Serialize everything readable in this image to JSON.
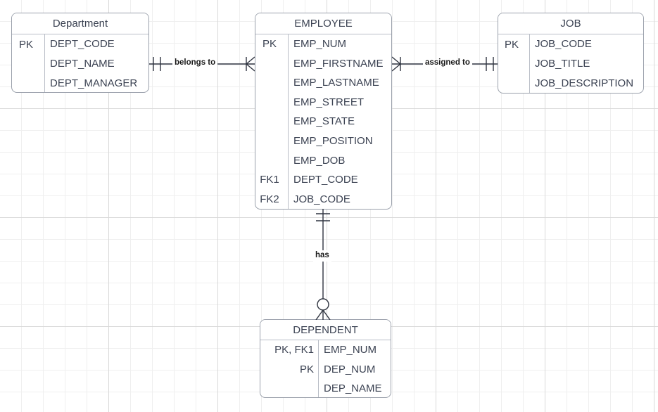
{
  "diagram": {
    "type": "entity-relationship-diagram",
    "notation": "crows-foot",
    "background": "#ffffff",
    "grid_color": "#efefef",
    "grid_major_color": "#d9d9d9",
    "line_color": "#3b4252",
    "box_border_color": "#9aa0ab",
    "text_color": "#3b4252"
  },
  "entities": {
    "department": {
      "title": "Department",
      "attributes": [
        {
          "key": "PK",
          "name": "DEPT_CODE"
        },
        {
          "key": "",
          "name": "DEPT_NAME"
        },
        {
          "key": "",
          "name": "DEPT_MANAGER"
        }
      ]
    },
    "employee": {
      "title": "EMPLOYEE",
      "attributes": [
        {
          "key": "PK",
          "name": "EMP_NUM"
        },
        {
          "key": "",
          "name": "EMP_FIRSTNAME"
        },
        {
          "key": "",
          "name": "EMP_LASTNAME"
        },
        {
          "key": "",
          "name": "EMP_STREET"
        },
        {
          "key": "",
          "name": "EMP_STATE"
        },
        {
          "key": "",
          "name": "EMP_POSITION"
        },
        {
          "key": "",
          "name": "EMP_DOB"
        },
        {
          "key": "FK1",
          "name": "DEPT_CODE"
        },
        {
          "key": "FK2",
          "name": "JOB_CODE"
        }
      ]
    },
    "job": {
      "title": "JOB",
      "attributes": [
        {
          "key": "PK",
          "name": "JOB_CODE"
        },
        {
          "key": "",
          "name": "JOB_TITLE"
        },
        {
          "key": "",
          "name": "JOB_DESCRIPTION"
        }
      ]
    },
    "dependent": {
      "title": "DEPENDENT",
      "attributes": [
        {
          "key": "PK, FK1",
          "name": "EMP_NUM"
        },
        {
          "key": "PK",
          "name": "DEP_NUM"
        },
        {
          "key": "",
          "name": "DEP_NAME"
        }
      ]
    }
  },
  "relationships": [
    {
      "id": "belongs-to",
      "label": "belongs to",
      "from": "Department",
      "to": "EMPLOYEE",
      "from_cardinality": "one-and-only-one",
      "to_cardinality": "one-or-many"
    },
    {
      "id": "assigned-to",
      "label": "assigned to",
      "from": "EMPLOYEE",
      "to": "JOB",
      "from_cardinality": "one-or-many",
      "to_cardinality": "one-and-only-one"
    },
    {
      "id": "has",
      "label": "has",
      "from": "EMPLOYEE",
      "to": "DEPENDENT",
      "from_cardinality": "one-and-only-one",
      "to_cardinality": "zero-or-many"
    }
  ]
}
